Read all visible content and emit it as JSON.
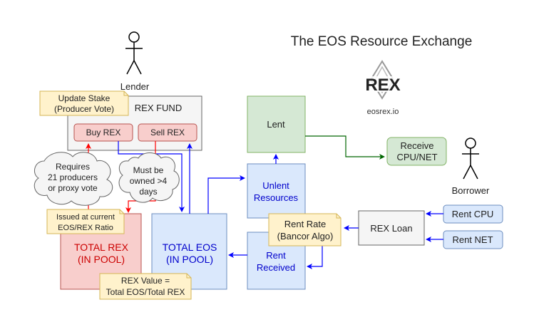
{
  "title": "The EOS Resource Exchange",
  "logo": {
    "text": "REX",
    "caption": "eosrex.io"
  },
  "actors": {
    "lender": "Lender",
    "borrower": "Borrower"
  },
  "rex_fund": {
    "label": "REX FUND",
    "buy_label": "Buy REX",
    "sell_label": "Sell REX"
  },
  "notes": {
    "update_stake": [
      "Update Stake",
      "(Producer Vote)"
    ],
    "issued": [
      "Issued at current",
      "EOS/REX Ratio"
    ],
    "rex_value": [
      "REX Value =",
      "Total EOS/Total REX"
    ],
    "rent_rate": [
      "Rent Rate",
      "(Bancor Algo)"
    ]
  },
  "clouds": {
    "requires": [
      "Requires",
      "21 producers",
      "or proxy vote"
    ],
    "must_be_owned": [
      "Must be",
      "owned >4",
      "days"
    ]
  },
  "pools": {
    "total_rex": [
      "TOTAL REX",
      "(IN POOL)"
    ],
    "total_eos": [
      "TOTAL EOS",
      "(IN POOL)"
    ]
  },
  "resources": {
    "lent": "Lent",
    "unlent": [
      "Unlent",
      "Resources"
    ],
    "rent_received": [
      "Rent",
      "Received"
    ],
    "receive": [
      "Receive",
      "CPU/NET"
    ]
  },
  "loan": {
    "label": "REX Loan",
    "rent_cpu": "Rent CPU",
    "rent_net": "Rent NET"
  },
  "colors": {
    "gray_fill": "#f5f5f5",
    "red_fill": "#f8cecc",
    "red_stroke": "#b85450",
    "blue_fill": "#dae8fc",
    "blue_stroke": "#6c8ebf",
    "green_fill": "#d5e8d4",
    "green_stroke": "#82b366",
    "note_fill": "#fff2cc",
    "note_stroke": "#d6b656",
    "arrow_blue": "#0000ff",
    "arrow_red": "#ff0000",
    "arrow_green": "#006600"
  }
}
